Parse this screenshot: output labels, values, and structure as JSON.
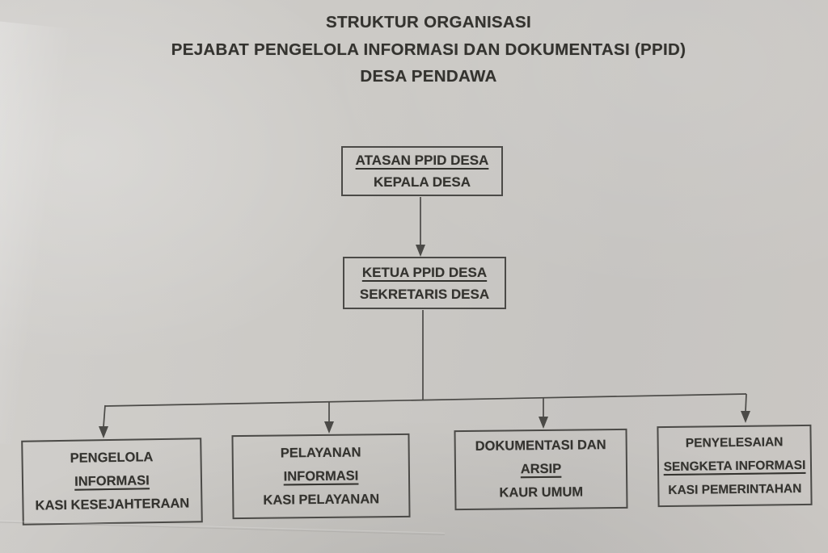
{
  "title": {
    "line1": "STRUKTUR ORGANISASI",
    "line2": "PEJABAT PENGELOLA INFORMASI DAN DOKUMENTASI (PPID)",
    "line3": "DESA PENDAWA"
  },
  "nodes": {
    "atasan": {
      "role": "ATASAN PPID DESA",
      "holder": "KEPALA DESA"
    },
    "ketua": {
      "role": "KETUA PPID DESA",
      "holder": "SEKRETARIS DESA"
    },
    "pengelola_informasi": {
      "line1": "PENGELOLA",
      "line2": "INFORMASI",
      "holder": "KASI KESEJAHTERAAN"
    },
    "pelayanan_informasi": {
      "line1": "PELAYANAN",
      "line2": "INFORMASI",
      "holder": "KASI PELAYANAN"
    },
    "dokumentasi_arsip": {
      "line1": "DOKUMENTASI DAN",
      "line2": "ARSIP",
      "holder": "KAUR UMUM"
    },
    "penyelesaian_sengketa": {
      "line1": "PENYELESAIAN",
      "line2": "SENGKETA INFORMASI",
      "holder": "KASI PEMERINTAHAN"
    }
  },
  "edges": [
    {
      "from": "atasan",
      "to": "ketua"
    },
    {
      "from": "ketua",
      "to": "pengelola_informasi"
    },
    {
      "from": "ketua",
      "to": "pelayanan_informasi"
    },
    {
      "from": "ketua",
      "to": "dokumentasi_arsip"
    },
    {
      "from": "ketua",
      "to": "penyelesaian_sengketa"
    }
  ],
  "colors": {
    "paper": "#cac8c4",
    "ink": "#34332f",
    "line": "#4b4a47"
  }
}
